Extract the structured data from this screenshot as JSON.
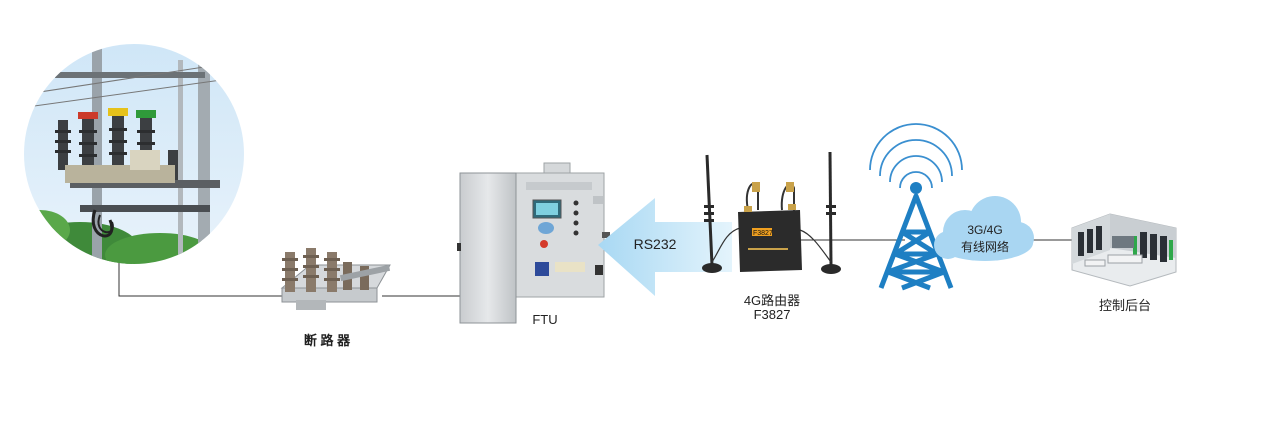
{
  "nodes": {
    "breaker": {
      "label": "断 路 器"
    },
    "ftu": {
      "label": "FTU"
    },
    "link": {
      "label": "RS232"
    },
    "router": {
      "label_line1": "4G路由器",
      "label_line2": "F3827",
      "screen_text": "F3827"
    },
    "cloud": {
      "line1": "3G/4G",
      "line2": "有线网络"
    },
    "backend": {
      "label": "控制后台"
    }
  },
  "colors": {
    "arrow": "#bfe3f7",
    "tower": "#1e7fc3",
    "cloud": "#a9d6f2",
    "line": "#333333"
  }
}
